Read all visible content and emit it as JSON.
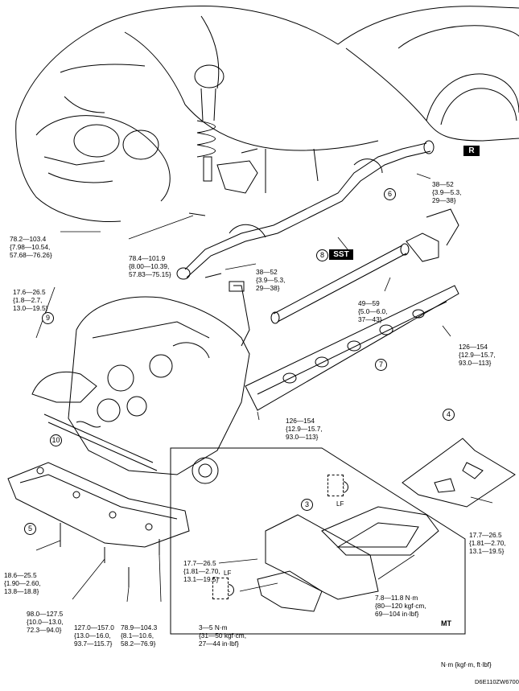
{
  "labels": {
    "nut_fl": [
      "78.2—103.4",
      "{7.98—10.54,",
      "57.68—76.26}"
    ],
    "bolt_84": [
      "78.4—101.9",
      "{8.00—10.39,",
      "57.83—75.15}"
    ],
    "nut_pipe": [
      "38—52",
      "{3.9—5.3,",
      "29—38}"
    ],
    "nut_rear_pipe": [
      "38—52",
      "{3.9—5.3,",
      "29—38}"
    ],
    "bolt_9": [
      "17.6—26.5",
      "{1.8—2.7,",
      "13.0—19.5}"
    ],
    "shaft_bolt": [
      "49—59",
      "{5.0—6.0,",
      "37—43}"
    ],
    "brace_right": [
      "126—154",
      "{12.9—15.7,",
      "93.0—113}"
    ],
    "brace_mid": [
      "126—154",
      "{12.9—15.7,",
      "93.0—113}"
    ],
    "crossmember_left": [
      "18.6—25.5",
      "{1.90—2.60,",
      "13.8—18.8}"
    ],
    "crossmember_98": [
      "98.0—127.5",
      "{10.0—13.0,",
      "72.3—94.0}"
    ],
    "crossmember_127": [
      "127.0—157.0",
      "{13.0—16.0,",
      "93.7—115.7}"
    ],
    "crossmember_78": [
      "78.9—104.3",
      "{8.1—10.6,",
      "58.2—76.9}"
    ],
    "under_cover_left": [
      "17.7—26.5",
      "{1.81—2.70,",
      "13.1—19.5}"
    ],
    "under_cover_mid": [
      "7.8—11.8 N·m",
      "{80—120 kgf·cm,",
      "69—104 in·lbf}"
    ],
    "under_cover_small": [
      "3—5 N·m",
      "{31—50 kgf·cm,",
      "27—44 in·lbf}"
    ],
    "plate_right": [
      "17.7—26.5",
      "{1.81—2.70,",
      "13.1—19.5}"
    ]
  },
  "callouts": {
    "c1": "1",
    "c2": "2",
    "c3": "3",
    "c4": "4",
    "c5": "5",
    "c6": "6",
    "c7": "7",
    "c8": "8",
    "c9": "9",
    "c10": "10"
  },
  "tags": {
    "rear": "R",
    "sst": "SST"
  },
  "lf_labels": {
    "a": "LF",
    "b": "LF"
  },
  "mt_label": "MT",
  "units": "N·m {kgf·m, ft·lbf}",
  "drawing_code": "D6E110ZW6700"
}
